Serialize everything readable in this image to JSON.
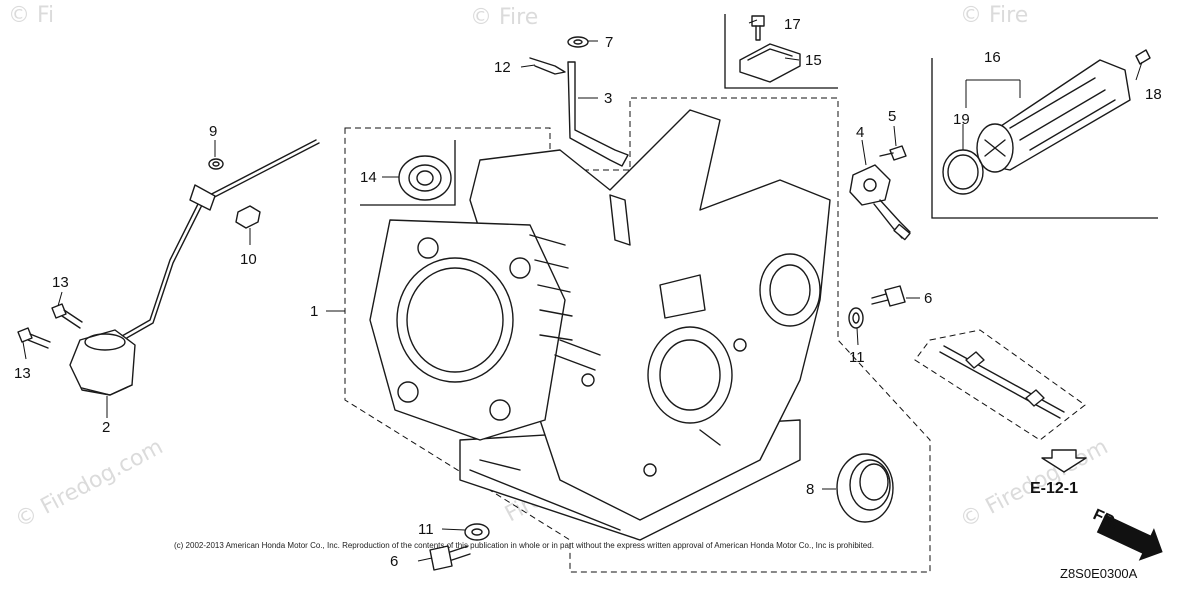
{
  "watermarks": [
    {
      "id": "wm-top-left",
      "text": "© Fi"
    },
    {
      "id": "wm-top-mid",
      "text": "© Fire"
    },
    {
      "id": "wm-top-right",
      "text": "© Fire"
    },
    {
      "id": "wm-left",
      "text": "© Firedog.com"
    },
    {
      "id": "wm-right",
      "text": "© Firedog.com"
    },
    {
      "id": "wm-center",
      "text": "Firedog.com"
    }
  ],
  "callouts": [
    {
      "id": "1",
      "text": "1"
    },
    {
      "id": "2",
      "text": "2"
    },
    {
      "id": "3",
      "text": "3"
    },
    {
      "id": "4",
      "text": "4"
    },
    {
      "id": "5",
      "text": "5"
    },
    {
      "id": "6a",
      "text": "6"
    },
    {
      "id": "6b",
      "text": "6"
    },
    {
      "id": "7",
      "text": "7"
    },
    {
      "id": "8",
      "text": "8"
    },
    {
      "id": "9",
      "text": "9"
    },
    {
      "id": "10",
      "text": "10"
    },
    {
      "id": "11a",
      "text": "11"
    },
    {
      "id": "11b",
      "text": "11"
    },
    {
      "id": "12",
      "text": "12"
    },
    {
      "id": "13a",
      "text": "13"
    },
    {
      "id": "13b",
      "text": "13"
    },
    {
      "id": "14",
      "text": "14"
    },
    {
      "id": "15",
      "text": "15"
    },
    {
      "id": "16",
      "text": "16"
    },
    {
      "id": "17",
      "text": "17"
    },
    {
      "id": "18",
      "text": "18"
    },
    {
      "id": "19",
      "text": "19"
    }
  ],
  "reference": "E-12-1",
  "front_marker": "FR.",
  "diagram_code": "Z8S0E0300A",
  "copyright": "(c) 2002-2013 American Honda Motor Co., Inc. Reproduction of the contents of this publication in whole or in part without the express written approval of American Honda Motor Co., Inc is prohibited."
}
